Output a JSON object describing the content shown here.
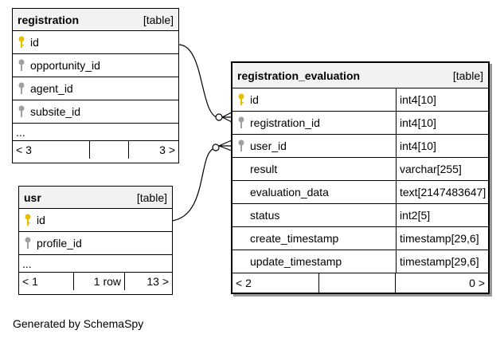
{
  "registration": {
    "name": "registration",
    "kind": "[table]",
    "columns": [
      {
        "name": "id",
        "key": "primary"
      },
      {
        "name": "opportunity_id",
        "key": "foreign"
      },
      {
        "name": "agent_id",
        "key": "foreign"
      },
      {
        "name": "subsite_id",
        "key": "foreign"
      }
    ],
    "ellipsis": "...",
    "footer": {
      "left": "< 3",
      "middle": "",
      "right": "3 >"
    }
  },
  "usr": {
    "name": "usr",
    "kind": "[table]",
    "columns": [
      {
        "name": "id",
        "key": "primary"
      },
      {
        "name": "profile_id",
        "key": "foreign"
      }
    ],
    "ellipsis": "...",
    "footer": {
      "left": "< 1",
      "middle": "1 row",
      "right": "13 >"
    }
  },
  "registration_evaluation": {
    "name": "registration_evaluation",
    "kind": "[table]",
    "columns": [
      {
        "name": "id",
        "type": "int4[10]",
        "key": "primary"
      },
      {
        "name": "registration_id",
        "type": "int4[10]",
        "key": "foreign"
      },
      {
        "name": "user_id",
        "type": "int4[10]",
        "key": "foreign"
      },
      {
        "name": "result",
        "type": "varchar[255]",
        "key": "none"
      },
      {
        "name": "evaluation_data",
        "type": "text[2147483647]",
        "key": "none"
      },
      {
        "name": "status",
        "type": "int2[5]",
        "key": "none"
      },
      {
        "name": "create_timestamp",
        "type": "timestamp[29,6]",
        "key": "none"
      },
      {
        "name": "update_timestamp",
        "type": "timestamp[29,6]",
        "key": "none"
      }
    ],
    "footer": {
      "left": "< 2",
      "middle": "",
      "right": "0 >"
    }
  },
  "icons": {
    "primary": "key-icon-gold",
    "foreign": "key-icon-gray"
  },
  "colors": {
    "primary_key": "#e8c000",
    "foreign_key": "#a0a0a0",
    "header_bg": "#f2f2f2"
  },
  "generator": "Generated by SchemaSpy"
}
